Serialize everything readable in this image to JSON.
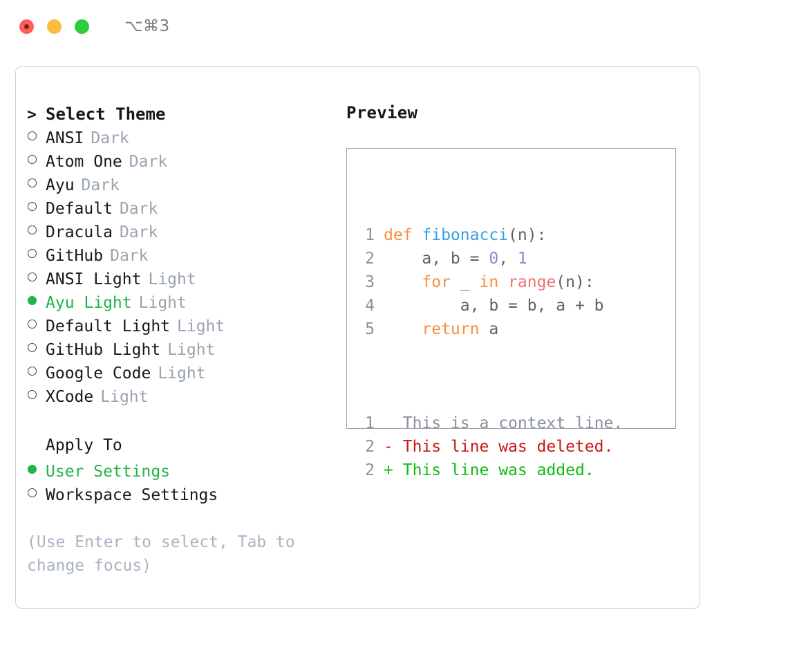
{
  "titlebar": {
    "shortcut": "⌥⌘3",
    "lights": [
      "close",
      "minimize",
      "maximize"
    ]
  },
  "theme_list": {
    "header": {
      "marker": ">",
      "label": "Select Theme"
    },
    "items": [
      {
        "label": "ANSI",
        "kind": "Dark",
        "selected": false
      },
      {
        "label": "Atom One",
        "kind": "Dark",
        "selected": false
      },
      {
        "label": "Ayu",
        "kind": "Dark",
        "selected": false
      },
      {
        "label": "Default",
        "kind": "Dark",
        "selected": false
      },
      {
        "label": "Dracula",
        "kind": "Dark",
        "selected": false
      },
      {
        "label": "GitHub",
        "kind": "Dark",
        "selected": false
      },
      {
        "label": "ANSI Light",
        "kind": "Light",
        "selected": false
      },
      {
        "label": "Ayu Light",
        "kind": "Light",
        "selected": true
      },
      {
        "label": "Default Light",
        "kind": "Light",
        "selected": false
      },
      {
        "label": "GitHub Light",
        "kind": "Light",
        "selected": false
      },
      {
        "label": "Google Code",
        "kind": "Light",
        "selected": false
      },
      {
        "label": "XCode",
        "kind": "Light",
        "selected": false
      }
    ]
  },
  "apply_to": {
    "header": "Apply To",
    "items": [
      {
        "label": "User Settings",
        "selected": true
      },
      {
        "label": "Workspace Settings",
        "selected": false
      }
    ]
  },
  "hint": "(Use Enter to select, Tab to change focus)",
  "preview": {
    "label": "Preview",
    "code_lines": [
      {
        "num": "1",
        "tokens": [
          {
            "text": "def ",
            "type": "kw"
          },
          {
            "text": "fibonacci",
            "type": "fn"
          },
          {
            "text": "(n):",
            "type": "plain"
          }
        ]
      },
      {
        "num": "2",
        "tokens": [
          {
            "text": "    a, b = ",
            "type": "plain"
          },
          {
            "text": "0",
            "type": "num"
          },
          {
            "text": ", ",
            "type": "plain"
          },
          {
            "text": "1",
            "type": "num"
          }
        ]
      },
      {
        "num": "3",
        "tokens": [
          {
            "text": "    ",
            "type": "plain"
          },
          {
            "text": "for",
            "type": "kw"
          },
          {
            "text": " _ ",
            "type": "plain"
          },
          {
            "text": "in",
            "type": "kw"
          },
          {
            "text": " ",
            "type": "plain"
          },
          {
            "text": "range",
            "type": "bi"
          },
          {
            "text": "(n):",
            "type": "plain"
          }
        ]
      },
      {
        "num": "4",
        "tokens": [
          {
            "text": "        a, b = b, a + b",
            "type": "plain"
          }
        ]
      },
      {
        "num": "5",
        "tokens": [
          {
            "text": "    ",
            "type": "plain"
          },
          {
            "text": "return",
            "type": "kw"
          },
          {
            "text": " a",
            "type": "plain"
          }
        ]
      }
    ],
    "diff_lines": [
      {
        "num": "1",
        "sign": " ",
        "text": "This is a context line.",
        "type": "ctx"
      },
      {
        "num": "2",
        "sign": "-",
        "text": "This line was deleted.",
        "type": "del"
      },
      {
        "num": "2",
        "sign": "+",
        "text": "This line was added.",
        "type": "add"
      }
    ]
  },
  "colors": {
    "accent_green": "#22b34a",
    "keyword": "#fa8d3e",
    "function": "#399ee6",
    "number": "#a37acc",
    "builtin": "#f07171",
    "text": "#5c6166",
    "line_number": "#8a9199",
    "muted": "#9aa3b0",
    "hint": "#aab3c0",
    "border": "#97a1b0",
    "panel_border": "#ced2d9",
    "diff_deleted": "#c41a16",
    "diff_added": "#11bb11"
  }
}
